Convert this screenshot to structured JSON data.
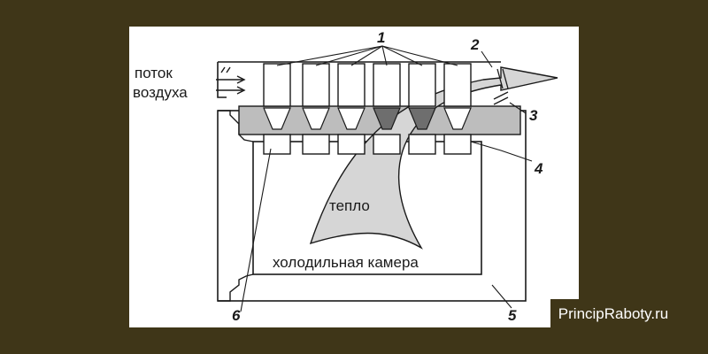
{
  "diagram": {
    "labels": {
      "air_flow_line1": "поток",
      "air_flow_line2": "воздуха",
      "heat": "тепло",
      "cold_chamber": "холодильная камера"
    },
    "callouts": [
      "1",
      "2",
      "3",
      "4",
      "5",
      "6"
    ]
  },
  "watermark": "PrincipRaboty.ru",
  "colors": {
    "background": "#3f3618",
    "panel": "#ffffff",
    "band": "#bdbdbd",
    "dark_cone": "#6e6e6e",
    "heat_flow": "#d6d6d6"
  }
}
